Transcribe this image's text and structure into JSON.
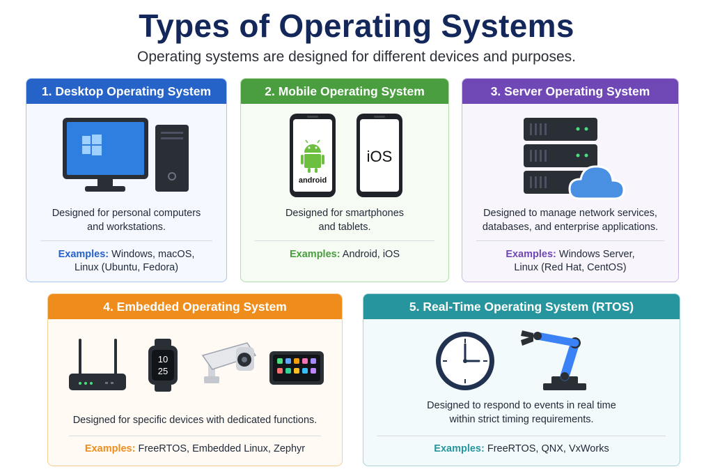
{
  "page": {
    "title": "Types of Operating Systems",
    "subtitle": "Operating systems are designed for different devices and purposes."
  },
  "colors": {
    "title": "#14275a",
    "desktop": "#2563c9",
    "mobile": "#4a9e3f",
    "server": "#6f48b6",
    "embedded": "#ee8d1c",
    "rtos": "#26959d"
  },
  "cards": [
    {
      "heading": "1. Desktop Operating System",
      "desc": [
        "Designed for personal computers",
        "and workstations."
      ],
      "examples_label": "Examples:",
      "examples": [
        "Windows, macOS,",
        "Linux (Ubuntu, Fedora)"
      ],
      "icons": [
        "monitor-windows-icon",
        "pc-tower-icon"
      ]
    },
    {
      "heading": "2. Mobile Operating System",
      "desc": [
        "Designed for smartphones",
        "and tablets."
      ],
      "examples_label": "Examples:",
      "examples": [
        "Android, iOS"
      ],
      "icons": [
        "android-phone-icon",
        "ios-phone-icon"
      ],
      "phone_labels": [
        "android",
        "iOS"
      ]
    },
    {
      "heading": "3. Server Operating System",
      "desc": [
        "Designed to manage network services,",
        "databases, and enterprise applications."
      ],
      "examples_label": "Examples:",
      "examples": [
        "Windows Server,",
        "Linux (Red Hat, CentOS)"
      ],
      "icons": [
        "server-rack-icon",
        "cloud-icon"
      ]
    },
    {
      "heading": "4. Embedded Operating System",
      "desc": [
        "Designed for specific devices with dedicated functions."
      ],
      "examples_label": "Examples:",
      "examples": [
        "FreeRTOS, Embedded Linux, Zephyr"
      ],
      "icons": [
        "router-icon",
        "smartwatch-icon",
        "security-camera-icon",
        "tablet-icon"
      ],
      "watch_time": [
        "10",
        "25"
      ]
    },
    {
      "heading": "5. Real-Time Operating System (RTOS)",
      "desc": [
        "Designed to respond to events in real time",
        "within strict timing requirements."
      ],
      "examples_label": "Examples:",
      "examples": [
        "FreeRTOS, QNX, VxWorks"
      ],
      "icons": [
        "clock-icon",
        "robotic-arm-icon"
      ]
    }
  ]
}
